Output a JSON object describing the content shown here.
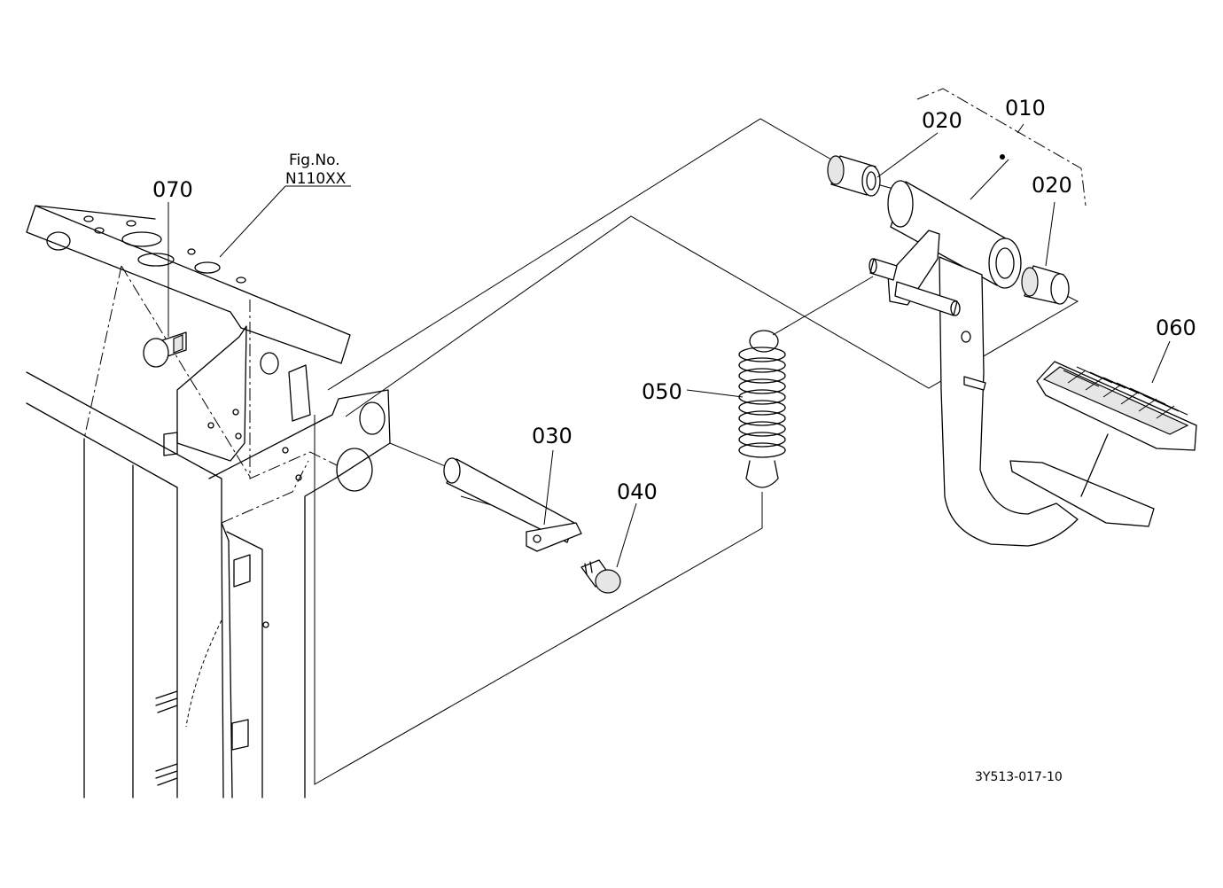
{
  "figure_reference": {
    "line1": "Fig.No.",
    "line2": "N110XX"
  },
  "callouts": {
    "c010": "010",
    "c020a": "020",
    "c020b": "020",
    "c030": "030",
    "c040": "040",
    "c050": "050",
    "c060": "060",
    "c070": "070"
  },
  "drawing_code": "3Y513-017-10"
}
